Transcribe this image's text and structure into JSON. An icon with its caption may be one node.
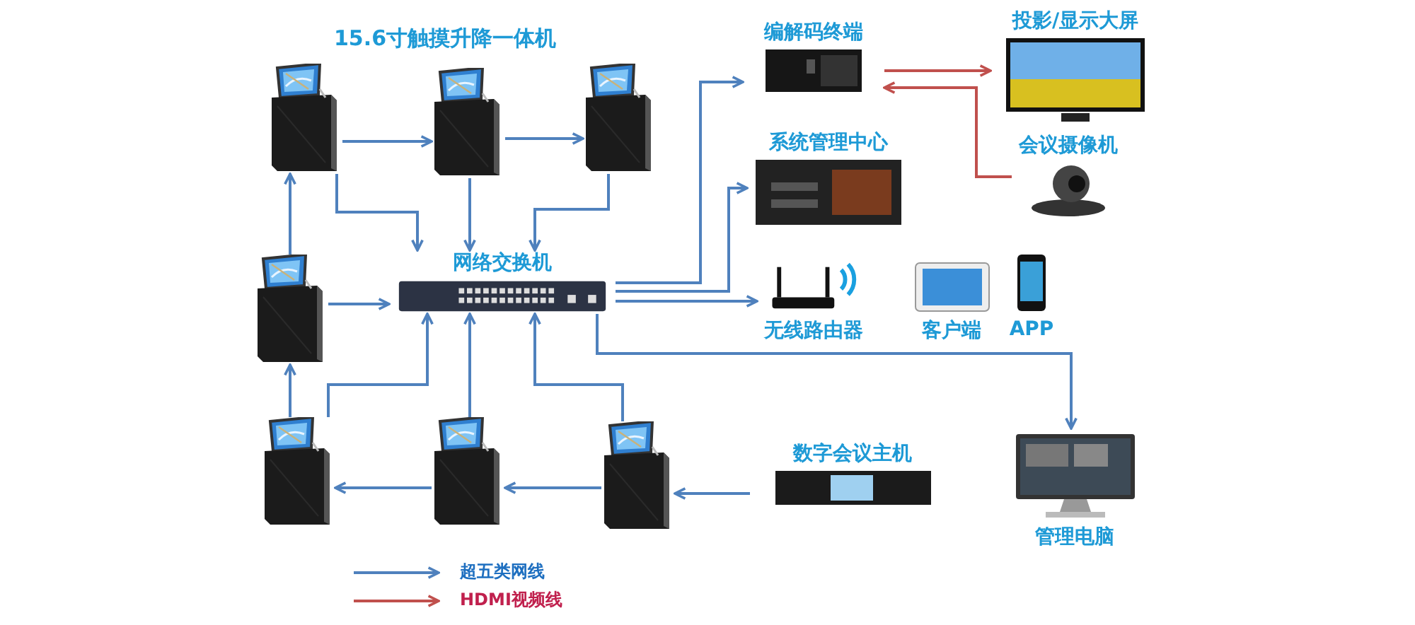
{
  "diagram": {
    "nodes": [
      {
        "text": [],
        "shape": "picture"
      },
      {
        "text": [],
        "shape": "picture"
      },
      {
        "text": [],
        "shape": "picture"
      },
      {
        "text": [],
        "shape": "picture"
      },
      {
        "text": [
          "网络交换机"
        ]
      },
      {
        "text": [],
        "shape": "picture"
      },
      {
        "text": [],
        "shape": "picture"
      },
      {
        "text": [],
        "shape": "picture"
      },
      {
        "text": [
          "编解码终端"
        ]
      },
      {
        "text": [
          "系统管理中心"
        ]
      },
      {
        "text": [
          "无线路由器"
        ]
      },
      {
        "text": [
          "客户端"
        ]
      },
      {
        "text": [
          "APP"
        ]
      },
      {
        "text": [
          "投影/显示大屏"
        ]
      },
      {
        "text": [
          "会议摄像机"
        ]
      },
      {
        "text": [
          "数字会议主机"
        ]
      },
      {
        "text": [
          "管理电脑"
        ]
      }
    ],
    "edges": [
      {
        "from": 0,
        "to": 1,
        "arrow": "to"
      },
      {
        "from": 1,
        "to": 2,
        "arrow": "to"
      },
      {
        "from": 0,
        "to": 4,
        "arrow": "to"
      },
      {
        "from": 1,
        "to": 4,
        "arrow": "to"
      },
      {
        "from": 2,
        "to": 4,
        "arrow": "to"
      },
      {
        "from": 3,
        "to": 0,
        "arrow": "to"
      },
      {
        "from": 3,
        "to": 4,
        "arrow": "to"
      },
      {
        "from": 5,
        "to": 3,
        "arrow": "to"
      },
      {
        "from": 5,
        "to": 4,
        "arrow": "to"
      },
      {
        "from": 6,
        "to": 4,
        "arrow": "to"
      },
      {
        "from": 7,
        "to": 4,
        "arrow": "to"
      },
      {
        "from": 6,
        "to": 5,
        "arrow": "to"
      },
      {
        "from": 7,
        "to": 6,
        "arrow": "to"
      },
      {
        "from": 15,
        "to": 7,
        "arrow": "to"
      },
      {
        "from": 4,
        "to": 8,
        "arrow": "to"
      },
      {
        "from": 4,
        "to": 9,
        "arrow": "to"
      },
      {
        "from": 4,
        "to": 10,
        "arrow": "to"
      },
      {
        "from": 4,
        "to": 16,
        "arrow": "to"
      },
      {
        "from": 8,
        "to": 13,
        "arrow": "to",
        "color": "#c0504d"
      },
      {
        "from": 14,
        "to": 8,
        "arrow": "to",
        "color": "#c0504d"
      }
    ],
    "labels": [
      "15.6寸触摸升降一体机"
    ],
    "legend": [
      {
        "text": "超五类网线"
      },
      {
        "text": "HDMI视频线"
      }
    ]
  }
}
